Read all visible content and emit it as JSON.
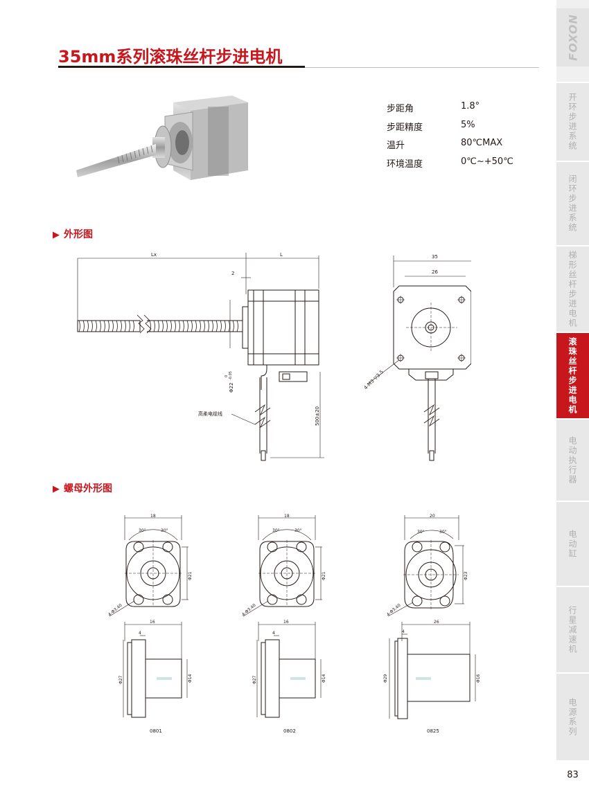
{
  "title": "35mm系列滚珠丝杆步进电机",
  "specs": [
    {
      "key": "步距角",
      "value": "1.8°"
    },
    {
      "key": "步距精度",
      "value": "5%"
    },
    {
      "key": "温升",
      "value": "80℃MAX"
    },
    {
      "key": "环境温度",
      "value": "0℃~+50℃"
    }
  ],
  "sections": {
    "outline": "外形图",
    "nut_outline": "螺母外形图"
  },
  "drawing": {
    "lx": "Lx",
    "l": "L",
    "dim_2": "2",
    "dim_35": "35",
    "dim_26": "26",
    "shaft_dia": "Φ22",
    "shaft_tol_upper": "0",
    "shaft_tol_lower": "-0.05",
    "cable_label": "高柔电缆线",
    "cable_len": "500±20",
    "mount_holes": "4-M3 ▽3.5"
  },
  "nuts": [
    {
      "model": "0801",
      "width": "18",
      "pcd": "Φ21",
      "holes": "4-Φ3.40",
      "ang1": "30°",
      "ang2": "30°",
      "length": "16",
      "flange": "4",
      "d_flange": "Φ27",
      "d_body": "Φ14"
    },
    {
      "model": "0802",
      "width": "18",
      "pcd": "Φ21",
      "holes": "4-Φ3.40",
      "ang1": "30°",
      "ang2": "30°",
      "length": "16",
      "flange": "4",
      "d_flange": "Φ27",
      "d_body": "Φ14"
    },
    {
      "model": "0825",
      "width": "20",
      "pcd": "Φ23",
      "holes": "4-Φ3.40",
      "ang1": "30°",
      "ang2": "30°",
      "length": "26",
      "flange": "4",
      "d_flange": "Φ29",
      "d_body": "Φ16"
    }
  ],
  "brand": "FOXON",
  "sidebar": [
    {
      "label": "开环步进系统",
      "active": false
    },
    {
      "label": "闭环步进系统",
      "active": false
    },
    {
      "label": "梯形丝杆步进电机",
      "active": false
    },
    {
      "label": "滚珠丝杆步进电机",
      "active": true
    },
    {
      "label": "电动执行器",
      "active": false
    },
    {
      "label": "电动缸",
      "active": false
    },
    {
      "label": "行星减速机",
      "active": false
    },
    {
      "label": "电源系列",
      "active": false
    }
  ],
  "page_number": "83",
  "colors": {
    "accent": "#c8161d",
    "sidebar_bg": "#f0f0f0",
    "text": "#231815"
  }
}
